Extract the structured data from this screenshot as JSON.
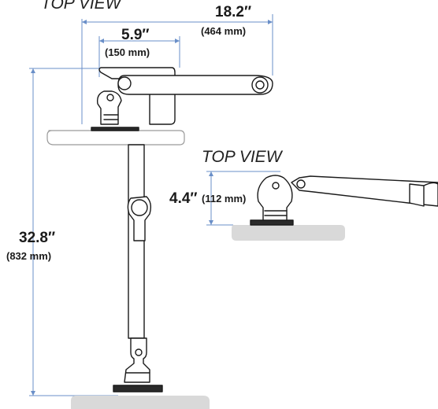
{
  "views": {
    "side_top_label": "TOP VIEW",
    "top_label": "TOP VIEW"
  },
  "dimensions": {
    "reach": {
      "imperial": "18.2″",
      "metric": "(464 mm)"
    },
    "base_offset": {
      "imperial": "5.9″",
      "metric": "(150 mm)"
    },
    "height": {
      "imperial": "32.8″",
      "metric": "(832 mm)"
    },
    "depth": {
      "imperial": "4.4″",
      "metric": "(112 mm)"
    }
  },
  "colors": {
    "dimension_line": "#6a8fc8",
    "outline": "#1a1a1a",
    "desk_fill": "#d9d9d9"
  }
}
